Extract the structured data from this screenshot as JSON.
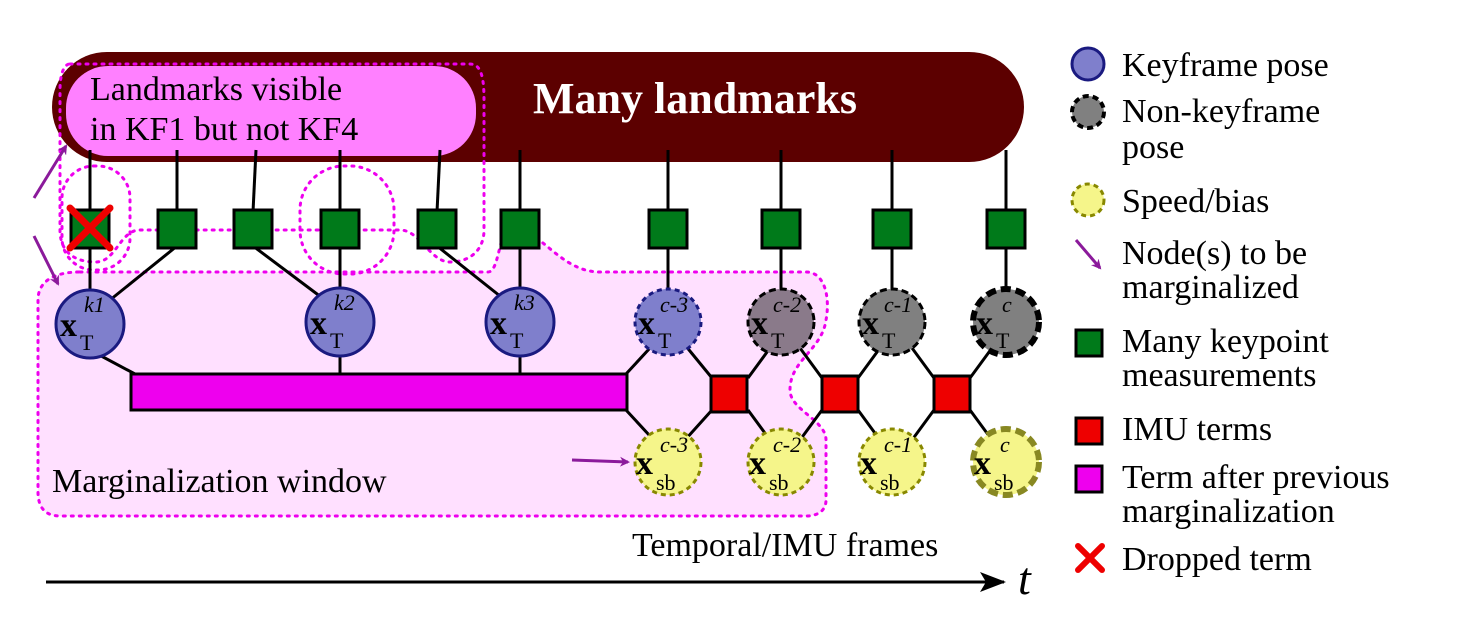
{
  "diagram": {
    "landmarks_label": "Many landmarks",
    "visible_box_line1": "Landmarks visible",
    "visible_box_line2": "in KF1 but not KF4",
    "window_label": "Marginalization window",
    "temporal_label": "Temporal/IMU frames",
    "time_axis_label": "t",
    "keyframe_nodes": [
      {
        "base": "x",
        "sub": "T",
        "sup": "k1"
      },
      {
        "base": "x",
        "sub": "T",
        "sup": "k2"
      },
      {
        "base": "x",
        "sub": "T",
        "sup": "k3"
      }
    ],
    "pose_nodes": [
      {
        "base": "x",
        "sub": "T",
        "sup": "c-3"
      },
      {
        "base": "x",
        "sub": "T",
        "sup": "c-2"
      },
      {
        "base": "x",
        "sub": "T",
        "sup": "c-1"
      },
      {
        "base": "x",
        "sub": "T",
        "sup": "c"
      }
    ],
    "speed_nodes": [
      {
        "base": "x",
        "sub": "sb",
        "sup": "c-3"
      },
      {
        "base": "x",
        "sub": "sb",
        "sup": "c-2"
      },
      {
        "base": "x",
        "sub": "sb",
        "sup": "c-1"
      },
      {
        "base": "x",
        "sub": "sb",
        "sup": "c"
      }
    ]
  },
  "legend": {
    "keyframe_pose": "Keyframe pose",
    "nonkeyframe_line1": "Non-keyframe",
    "nonkeyframe_line2": "pose",
    "speed_bias": "Speed/bias",
    "marginalized_line1": "Node(s) to be",
    "marginalized_line2": "marginalized",
    "keypoint_line1": "Many keypoint",
    "keypoint_line2": "measurements",
    "imu_terms": "IMU terms",
    "prev_marg_line1": "Term after previous",
    "prev_marg_line2": "marginalization",
    "dropped_term": "Dropped term"
  },
  "colors": {
    "landmark_bar": "#5c0000",
    "keyframe_fill": "#7f7fcc",
    "nonkeyframe_fill": "#808080",
    "speed_fill": "#f5f58a",
    "keypoint_green": "#007a1a",
    "imu_red": "#ee0000",
    "magenta": "#ee00ee",
    "window_fill": "#ffe0ff",
    "arrow_purple": "#8b1a9b",
    "visible_box_fill": "#ff80ff"
  },
  "icons": {
    "dropped": "cross-icon",
    "arrow": "arrow-icon"
  }
}
